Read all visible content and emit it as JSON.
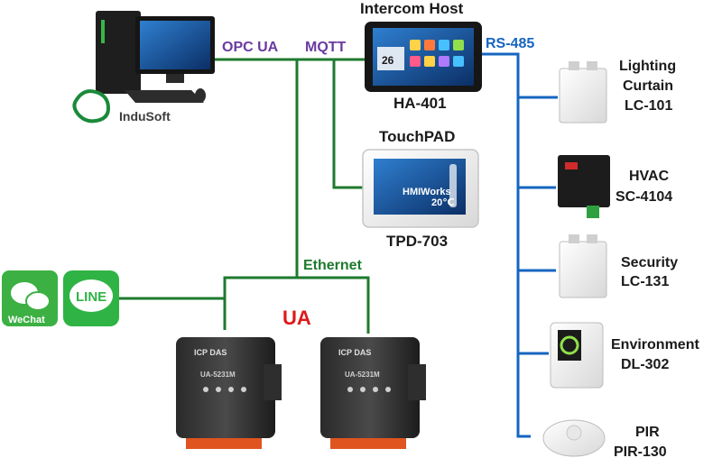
{
  "colors": {
    "ethernet": "#1e7a2e",
    "rs485": "#1565c0",
    "protocol_purple": "#6a3aa0",
    "ua_red": "#e01818",
    "wechat": "#3cb043",
    "line": "#2fb344"
  },
  "protocols": {
    "opc_ua": "OPC UA",
    "mqtt": "MQTT",
    "rs485": "RS-485",
    "ethernet": "Ethernet"
  },
  "pc": {
    "brand": "InduSoft",
    "icon": "indusoft-logo-icon"
  },
  "intercom": {
    "title": "Intercom Host",
    "model": "HA-401",
    "screen_temp": "26"
  },
  "touchpad": {
    "title": "TouchPAD",
    "model": "TPD-703",
    "screen_brand": "HMIWorks",
    "screen_temp": "20℃"
  },
  "ua": {
    "label": "UA",
    "controllers": [
      {
        "brand": "ICP DAS",
        "model": "UA-5231M"
      },
      {
        "brand": "ICP DAS",
        "model": "UA-5231M"
      }
    ]
  },
  "apps": [
    {
      "name": "WeChat",
      "icon": "wechat-icon"
    },
    {
      "name": "LINE",
      "icon": "line-icon"
    }
  ],
  "devices": [
    {
      "name1": "Lighting",
      "name2": "Curtain",
      "model": "LC-101"
    },
    {
      "name1": "HVAC",
      "model": "SC-4104"
    },
    {
      "name1": "Security",
      "model": "LC-131"
    },
    {
      "name1": "Environment",
      "model": "DL-302"
    },
    {
      "name1": "PIR",
      "model": "PIR-130"
    }
  ]
}
